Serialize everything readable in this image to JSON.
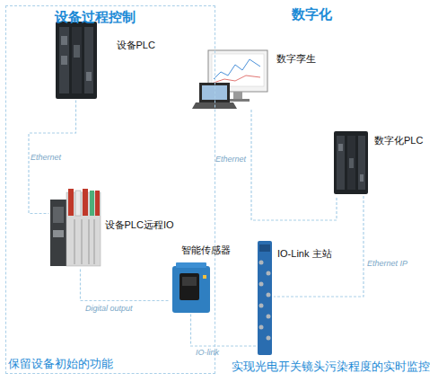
{
  "diagram": {
    "nodes": [
      {
        "text": [
          "设备过程控制",
          "保留设备初始的功能"
        ]
      },
      {
        "text": [
          "设备PLC"
        ],
        "in": 0
      },
      {
        "text": [
          "设备PLC远程IO"
        ],
        "in": 0
      },
      {
        "text": [
          "智能传感器"
        ],
        "in": 0
      },
      {
        "text": [
          "数字孪生"
        ]
      },
      {
        "text": [
          "数字化PLC"
        ]
      },
      {
        "text": [
          "IO-Link 主站"
        ]
      }
    ],
    "edges": [
      {
        "from": 1,
        "to": 2,
        "label": "Ethernet",
        "arrow": "none"
      },
      {
        "from": 2,
        "to": 3,
        "label": "Digital output",
        "arrow": "none"
      },
      {
        "from": 4,
        "to": 5,
        "label": "Ethernet",
        "arrow": "none"
      },
      {
        "from": 5,
        "to": 6,
        "label": "Ethernet IP",
        "arrow": "none"
      },
      {
        "from": 3,
        "to": 6,
        "label": "IO-link",
        "arrow": "none"
      }
    ],
    "labels": [
      "数字化",
      "实现光电开关镜头污染程度的实时监控"
    ]
  }
}
